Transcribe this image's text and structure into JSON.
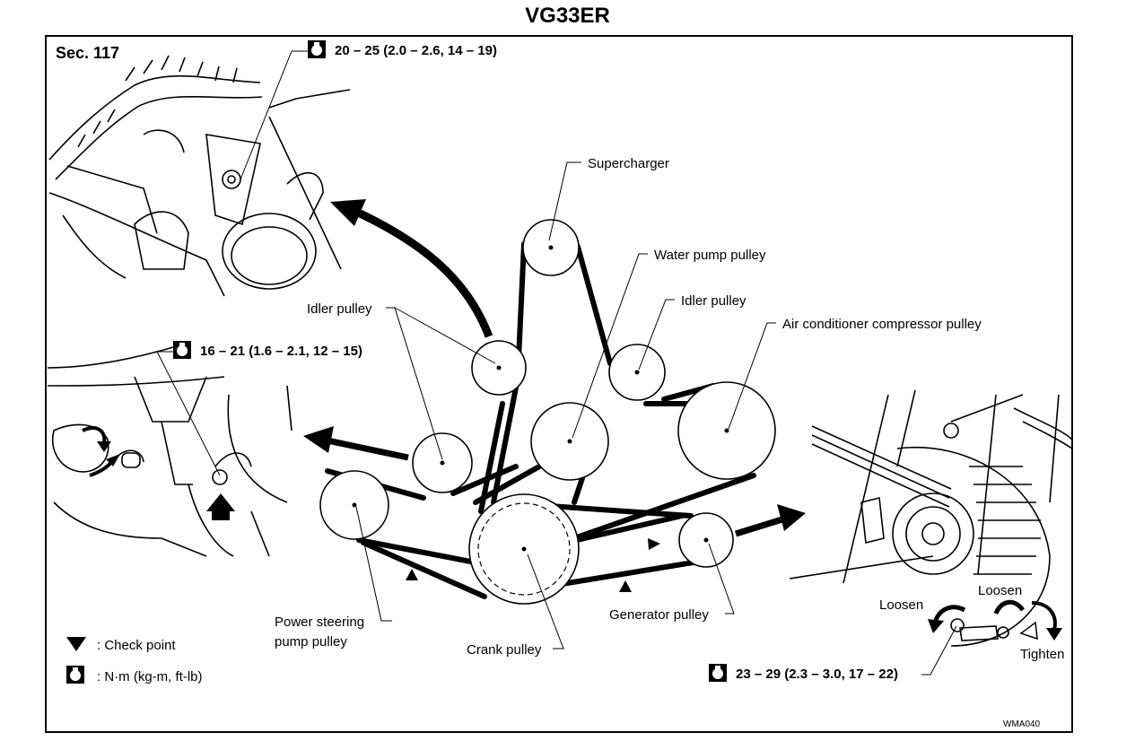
{
  "title": "VG33ER",
  "section": "Sec. 117",
  "labels": {
    "supercharger": "Supercharger",
    "water_pump_pulley": "Water pump pulley",
    "idler_pulley_left": "Idler pulley",
    "idler_pulley_right": "Idler pulley",
    "ac_compressor_pulley": "Air conditioner compressor pulley",
    "power_steering_line1": "Power steering",
    "power_steering_line2": "pump pulley",
    "crank_pulley": "Crank pulley",
    "generator_pulley": "Generator pulley",
    "loosen_left": "Loosen",
    "loosen_right": "Loosen",
    "tighten": "Tighten"
  },
  "torques": {
    "top": "20 – 25 (2.0 – 2.6, 14 – 19)",
    "left": "16 – 21 (1.6 – 2.1, 12 – 15)",
    "bottom_right": "23 – 29 (2.3 – 3.0, 17 – 22)"
  },
  "legend": {
    "check_point": ": Check point",
    "unit": ": N·m (kg-m, ft-lb)"
  },
  "figure_code": "WMA040",
  "icons": [
    "torque-wrench-icon",
    "check-point-triangle-icon",
    "arrow-icon"
  ]
}
